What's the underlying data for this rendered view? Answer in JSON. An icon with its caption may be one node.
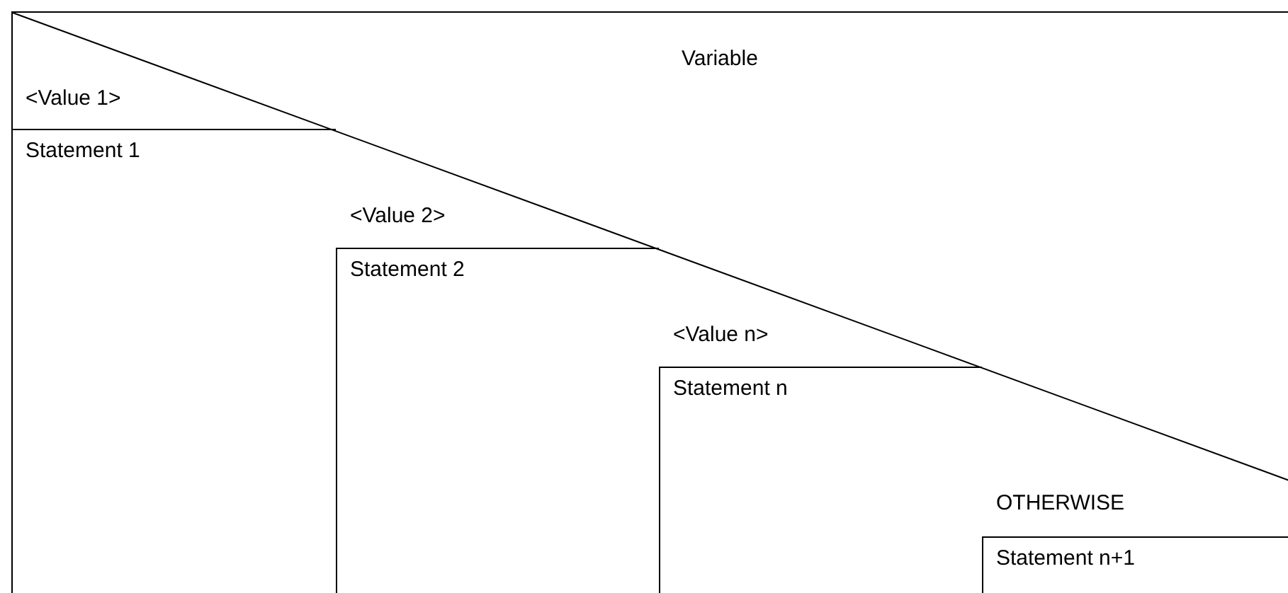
{
  "diagram": {
    "nodes": [
      {
        "text": [
          "Variable"
        ]
      },
      {
        "text": [
          "<Value 1>"
        ],
        "in": 0
      },
      {
        "text": [
          "Statement 1"
        ],
        "in": 0
      },
      {
        "text": [
          "<Value 2>"
        ],
        "in": 0
      },
      {
        "text": [
          "Statement 2"
        ],
        "in": 0
      },
      {
        "text": [
          "<Value n>"
        ],
        "in": 0
      },
      {
        "text": [
          "Statement n"
        ],
        "in": 0
      },
      {
        "text": [
          "OTHERWISE"
        ],
        "in": 0
      },
      {
        "text": [
          "Statement n+1"
        ],
        "in": 0
      }
    ]
  }
}
